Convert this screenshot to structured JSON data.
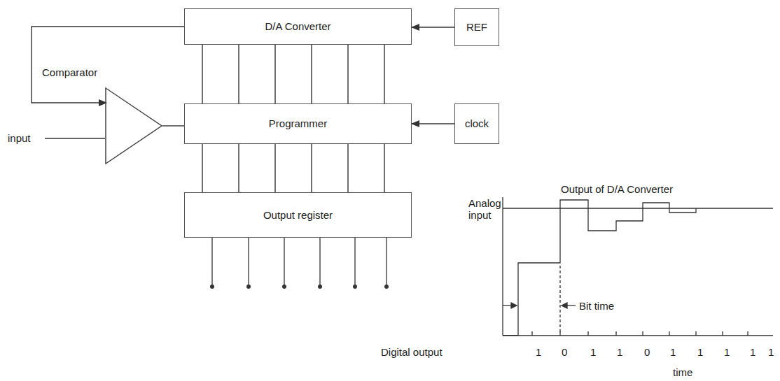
{
  "diagram": {
    "nodes": [
      {
        "text": [
          "D/A Converter"
        ]
      },
      {
        "text": [
          "REF"
        ]
      },
      {
        "text": [
          "Comparator"
        ]
      },
      {
        "text": [
          "Programmer"
        ]
      },
      {
        "text": [
          "clock"
        ]
      },
      {
        "text": [
          "Output register"
        ]
      }
    ],
    "edges": [
      {
        "from": 1,
        "to": 0,
        "arrow": "to"
      },
      {
        "from": 0,
        "to": 2,
        "arrow": "to"
      },
      {
        "from": 2,
        "to": 3,
        "arrow": "none"
      },
      {
        "from": 4,
        "to": 3,
        "arrow": "to"
      },
      {
        "from": 3,
        "to": 0,
        "arrow": "none"
      },
      {
        "from": 3,
        "to": 5,
        "arrow": "none"
      }
    ],
    "labels": [
      "input",
      "Output of D/A Converter",
      "Analog input",
      "Bit time",
      "Digital output",
      "1",
      "0",
      "1",
      "1",
      "0",
      "1",
      "1",
      "1",
      "1",
      "1",
      "time"
    ]
  }
}
